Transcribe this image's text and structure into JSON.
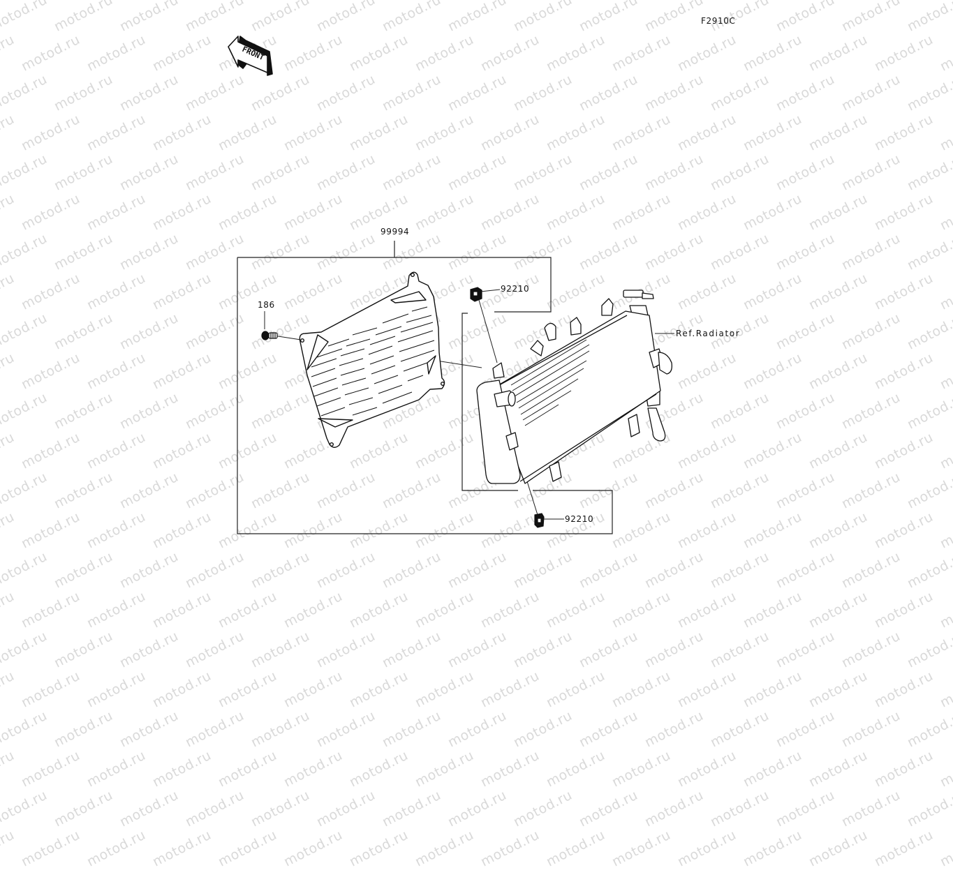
{
  "diagram": {
    "figure_code": "F2910C",
    "direction_indicator": "FRONT",
    "watermark_text": "motod.ru",
    "callouts": [
      {
        "part_number": "99994",
        "description_hint": "radiator guard assembly (kit box)"
      },
      {
        "part_number": "186",
        "description_hint": "bolt"
      },
      {
        "part_number": "92210",
        "description_hint": "nut (upper)"
      },
      {
        "part_number": "92210",
        "description_hint": "nut (lower)"
      },
      {
        "part_number": "Ref.Radiator",
        "description_hint": "reference: radiator"
      }
    ],
    "colors": {
      "line": "#111111",
      "watermark": "#d9d9d9",
      "background": "#ffffff"
    }
  }
}
